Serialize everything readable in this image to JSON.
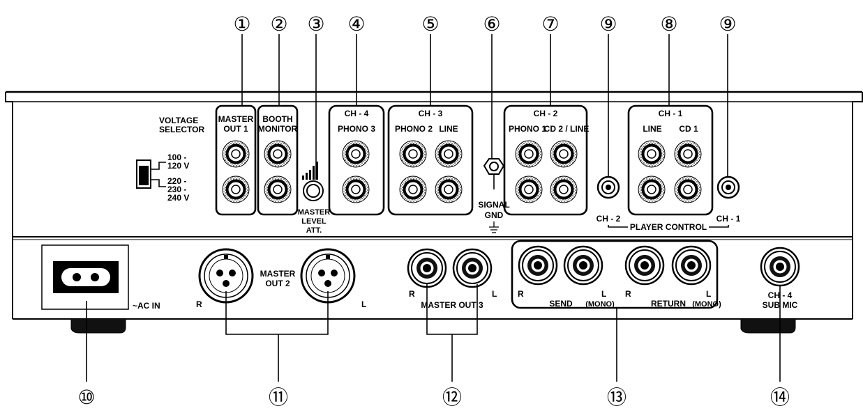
{
  "callouts": [
    "①",
    "②",
    "③",
    "④",
    "⑤",
    "⑥",
    "⑦",
    "⑨",
    "⑧",
    "⑨",
    "⑩",
    "⑪",
    "⑫",
    "⑬",
    "⑭"
  ],
  "labels": {
    "voltage_selector": [
      "VOLTAGE",
      "SELECTOR"
    ],
    "volt_100_120": [
      "100 -",
      "120 V"
    ],
    "volt_220_240": [
      "220 -",
      "230 -",
      "240 V"
    ],
    "master_out_1": [
      "MASTER",
      "OUT 1"
    ],
    "booth_monitor": [
      "BOOTH",
      "MONITOR"
    ],
    "master_level_att": [
      "MASTER",
      "LEVEL",
      "ATT."
    ],
    "ch4": "CH - 4",
    "phono3": "PHONO 3",
    "ch3": "CH - 3",
    "phono2": "PHONO 2",
    "line": "LINE",
    "signal_gnd": [
      "SIGNAL",
      "GND"
    ],
    "ch2": "CH - 2",
    "phono1": "PHONO 1",
    "cd2_line": "CD 2 / LINE",
    "ch1": "CH - 1",
    "cd1": "CD 1",
    "ch2_small": "CH - 2",
    "ch1_small": "CH - 1",
    "player_control": "PLAYER CONTROL",
    "ac_in": "~AC IN",
    "master_out_2": [
      "MASTER",
      "OUT 2"
    ],
    "r": "R",
    "l": "L",
    "master_out_3": "MASTER OUT 3",
    "send": "SEND",
    "return": "RETURN",
    "mono": "(MONO)",
    "ch4_sub_mic": [
      "CH - 4",
      "SUB MIC"
    ]
  }
}
